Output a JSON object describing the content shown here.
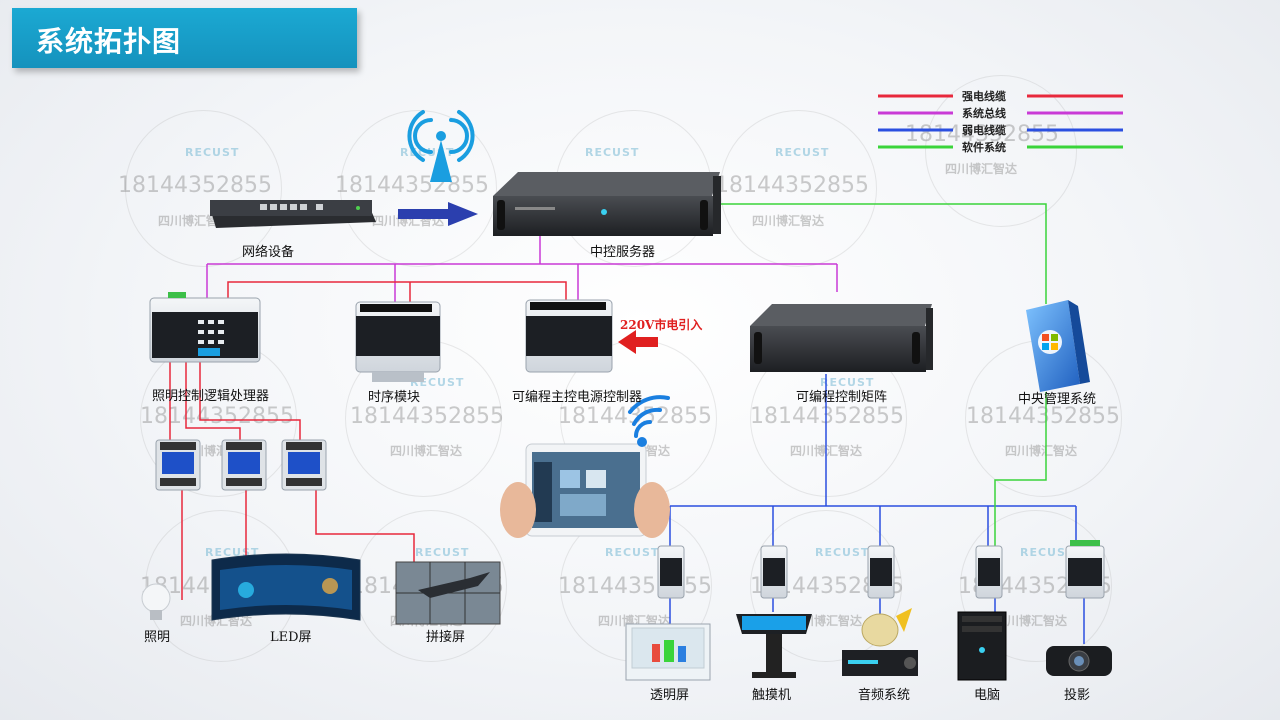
{
  "title": "系统拓扑图",
  "legend": [
    {
      "label": "强电线缆",
      "color": "#e8283c"
    },
    {
      "label": "系统总线",
      "color": "#c93ad6"
    },
    {
      "label": "弱电线缆",
      "color": "#2b4fe0"
    },
    {
      "label": "软件系统",
      "color": "#3ad43a"
    }
  ],
  "nodes": {
    "network": "网络设备",
    "server": "中控服务器",
    "lighting_logic": "照明控制逻辑处理器",
    "timer": "时序模块",
    "power_ctrl": "可编程主控电源控制器",
    "matrix": "可编程控制矩阵",
    "central": "中央管理系统",
    "light": "照明",
    "led": "LED屏",
    "splice": "拼接屏",
    "transparent": "透明屏",
    "touch": "触摸机",
    "audio": "音频系统",
    "pc": "电脑",
    "projector": "投影"
  },
  "mains_note": "220V市电引入",
  "watermark": {
    "phone": "18144352855",
    "company": "四川博汇智达",
    "brand": "RECUST"
  },
  "colors": {
    "title_bg": "#1ba9d3",
    "power": "#e8283c",
    "bus": "#c93ad6",
    "weak": "#2b4fe0",
    "software": "#3ad43a"
  }
}
